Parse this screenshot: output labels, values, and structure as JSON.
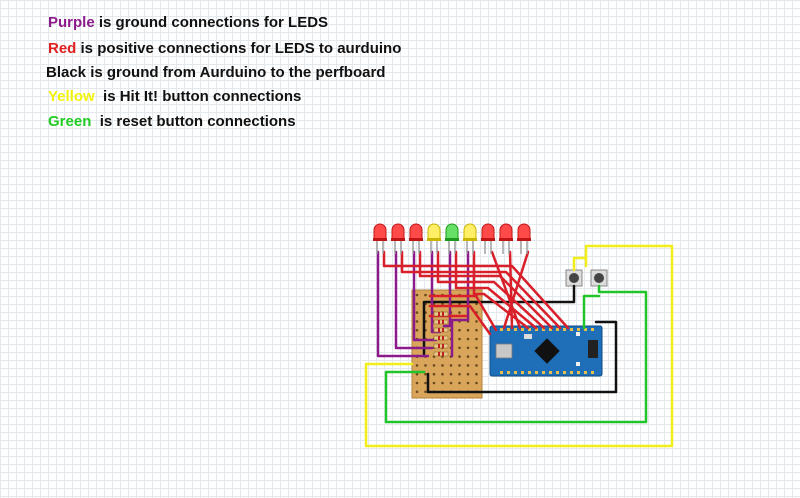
{
  "legend": {
    "lines": [
      {
        "keyword": "Purple",
        "rest": " is ground connections for LEDS"
      },
      {
        "keyword": "Red",
        "rest": " is positive connections for LEDS to aurduino"
      },
      {
        "keyword": "",
        "rest": "Black is ground from Aurduino to the perfboard"
      },
      {
        "keyword": "Yellow",
        "rest": "  is Hit It! button connections"
      },
      {
        "keyword": "Green",
        "rest": "  is reset button connections"
      }
    ]
  },
  "leds": {
    "colors": [
      "red",
      "red",
      "red",
      "yellow",
      "green",
      "yellow",
      "red",
      "red",
      "red"
    ]
  },
  "wire_colors": {
    "purple": "#8b1a8b",
    "red": "#d81f2a",
    "black": "#111111",
    "yellow": "#f2ee1a",
    "green": "#21c42a"
  },
  "components": {
    "board": "arduino nano",
    "perfboard": "perfboard",
    "buttons": [
      "hit-it-button",
      "reset-button"
    ]
  }
}
